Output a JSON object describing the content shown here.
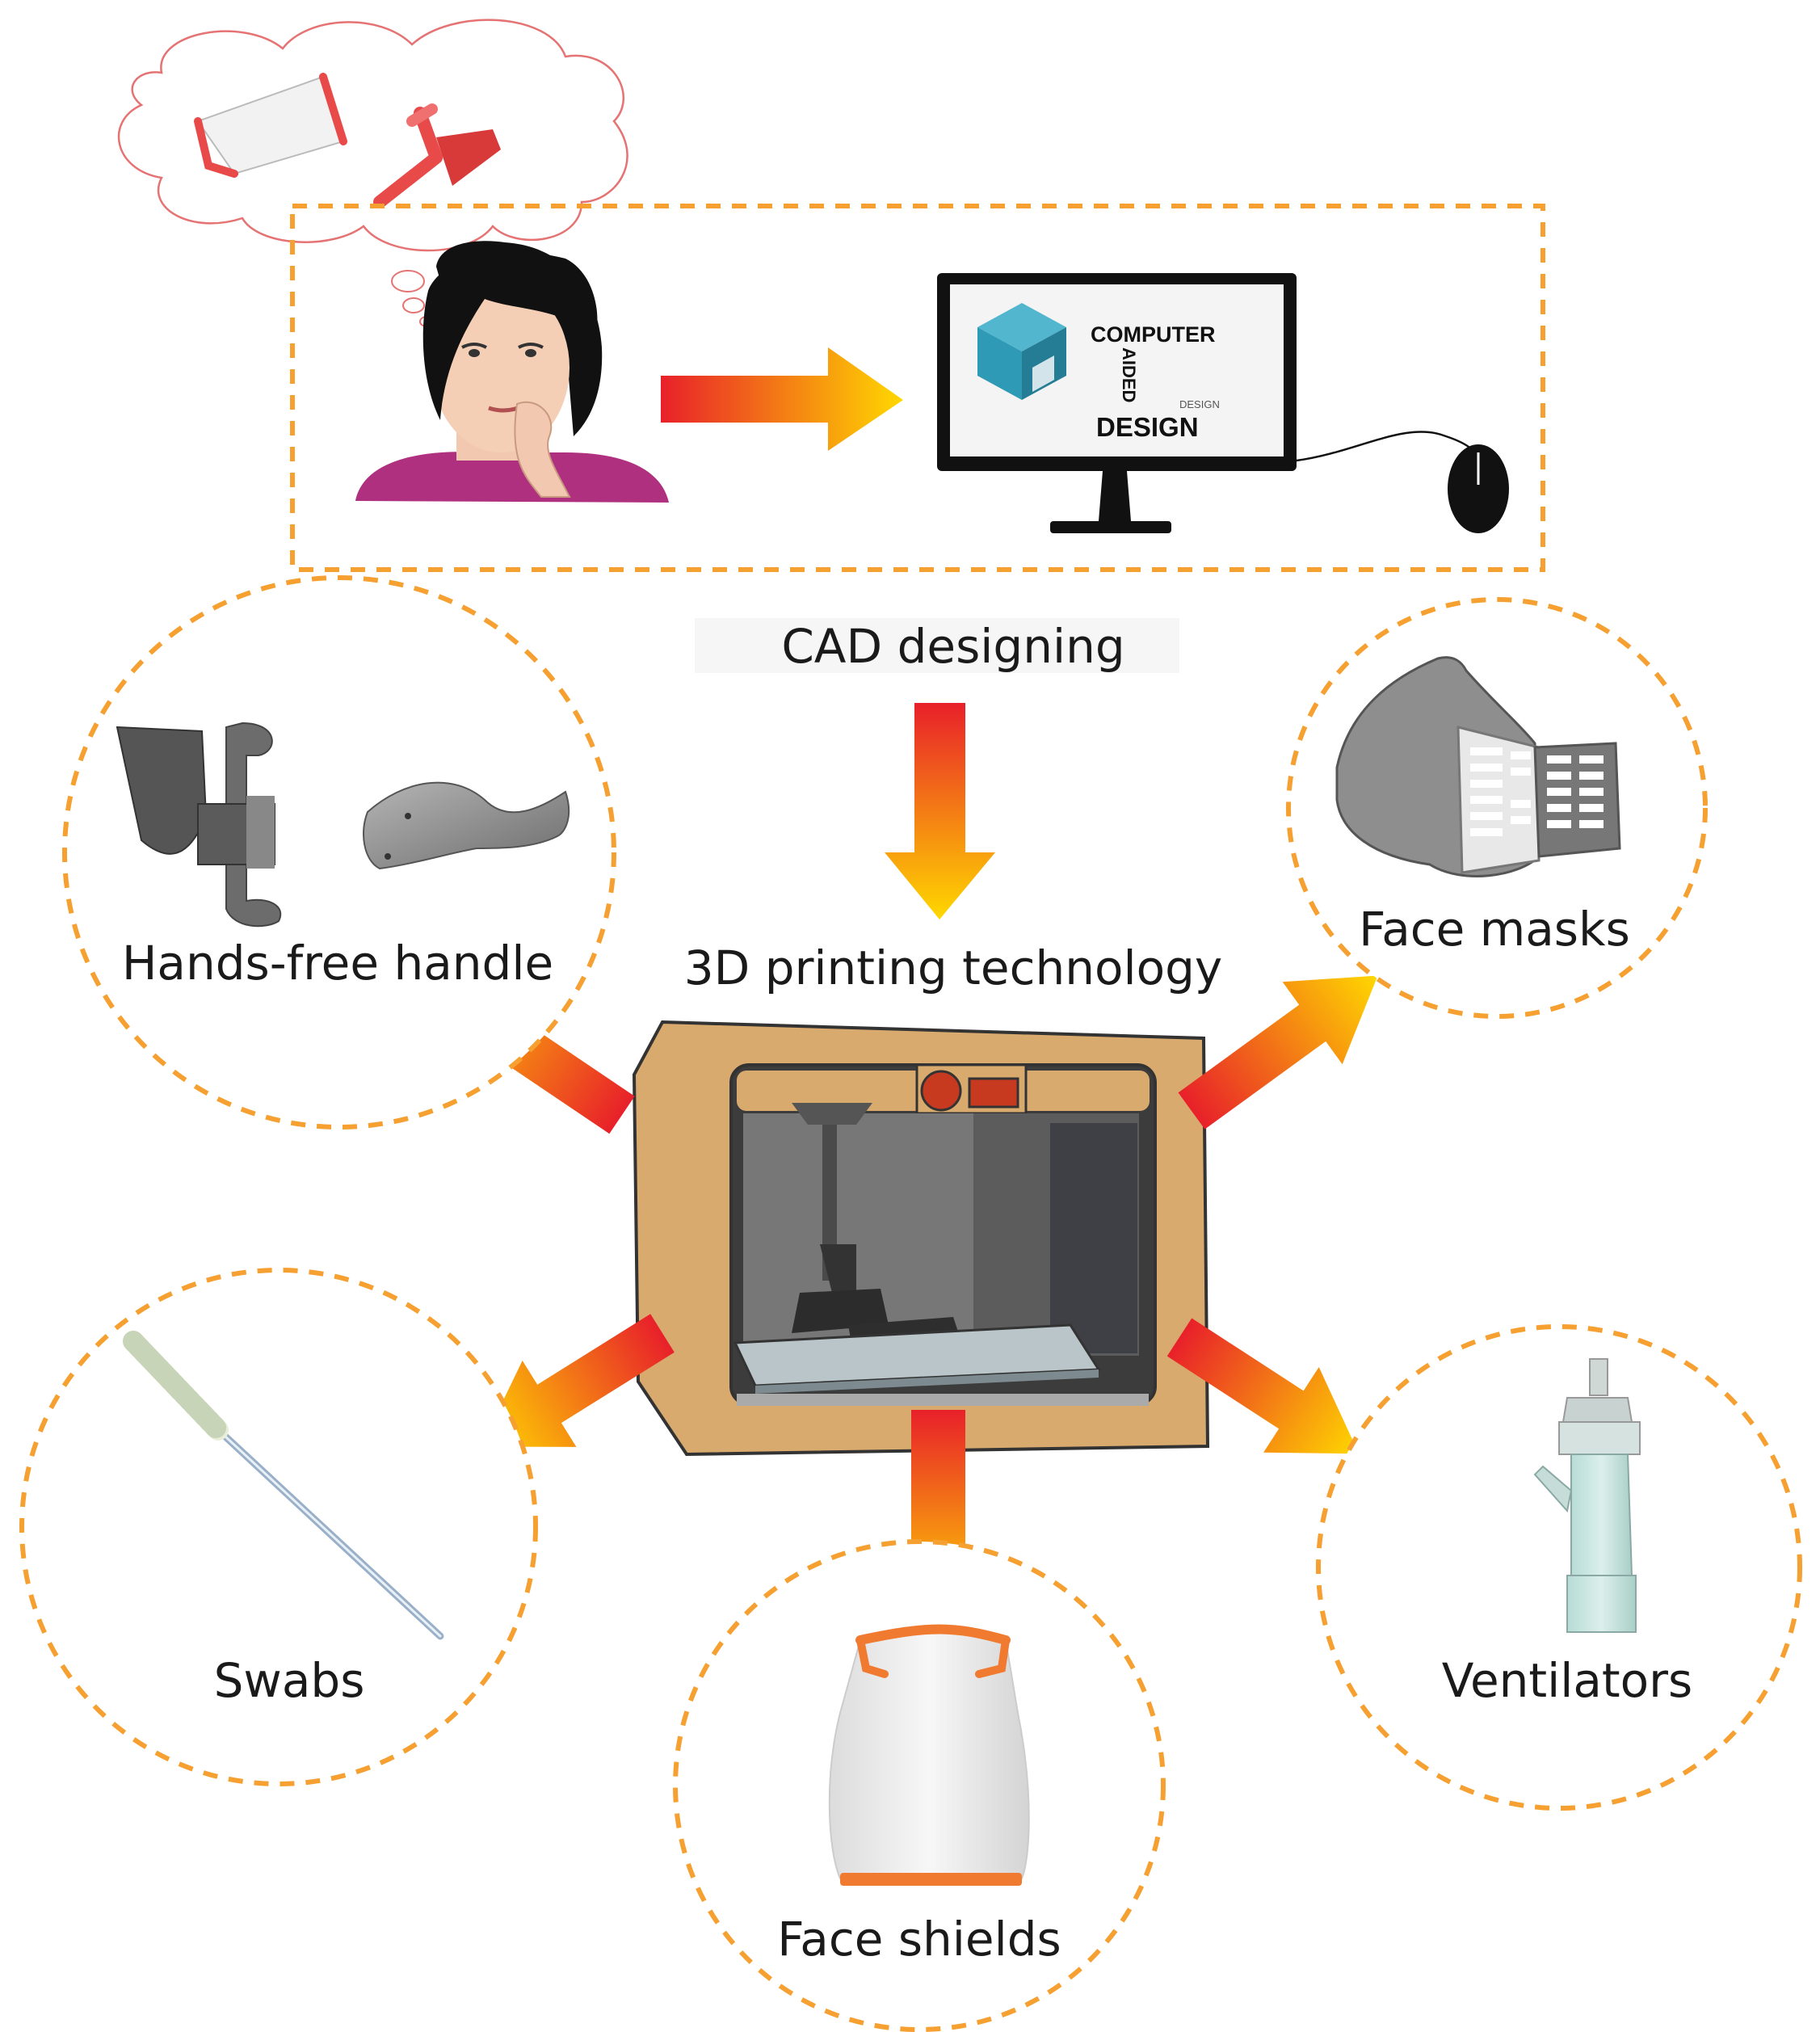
{
  "steps": {
    "cad_label": "CAD designing",
    "printing_label": "3D printing technology"
  },
  "monitor": {
    "word_computer": "COMPUTER",
    "word_aided": "AIDED",
    "word_design": "DESIGN",
    "word_design_small": "DESIGN"
  },
  "products": {
    "handle": "Hands-free handle",
    "masks": "Face masks",
    "swabs": "Swabs",
    "shields": "Face shields",
    "ventilators": "Ventilators"
  },
  "colors": {
    "dash_orange": "#f5a030",
    "arrow_red": "#e8202a",
    "arrow_yellow": "#ffd800",
    "printer_tan": "#d9aa6e",
    "cube_teal": "#2f9ab5"
  }
}
